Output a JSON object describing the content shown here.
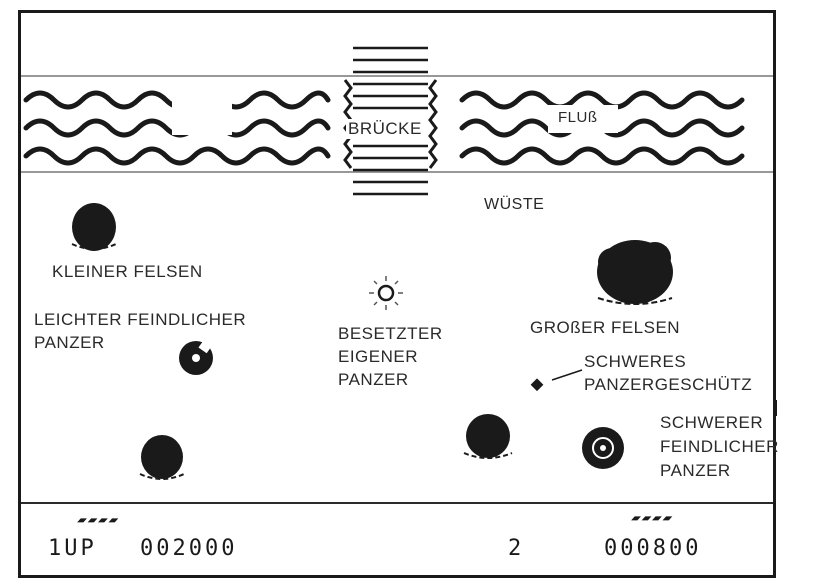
{
  "labels": {
    "bridge": "BRÜCKE",
    "river": "FLUß",
    "desert": "WÜSTE",
    "small_rock": "KLEINER FELSEN",
    "light_tank_line1": "LEICHTER FEINDLICHER",
    "light_tank_line2": "PANZER",
    "own_tank_line1": "BESETZTER",
    "own_tank_line2": "EIGENER",
    "own_tank_line3": "PANZER",
    "big_rock": "GROßER FELSEN",
    "heavy_gun_line1": "SCHWERES",
    "heavy_gun_line2": "PANZERGESCHÜTZ",
    "heavy_tank_line1": "SCHWERER",
    "heavy_tank_line2": "FEINDLICHER",
    "heavy_tank_line3": "PANZER"
  },
  "hud": {
    "player_label": "1UP",
    "score": "002000",
    "level": "2",
    "high_score": "000800",
    "lives_left": "▰▰▰▰",
    "lives_right": "▰▰▰▰"
  },
  "colors": {
    "ink": "#1a1a1a",
    "background": "#ffffff"
  },
  "icons": [
    "rock-small-icon",
    "rock-large-icon",
    "light-tank-icon",
    "own-tank-icon",
    "heavy-tank-icon",
    "heavy-gun-icon",
    "bridge-icon"
  ]
}
